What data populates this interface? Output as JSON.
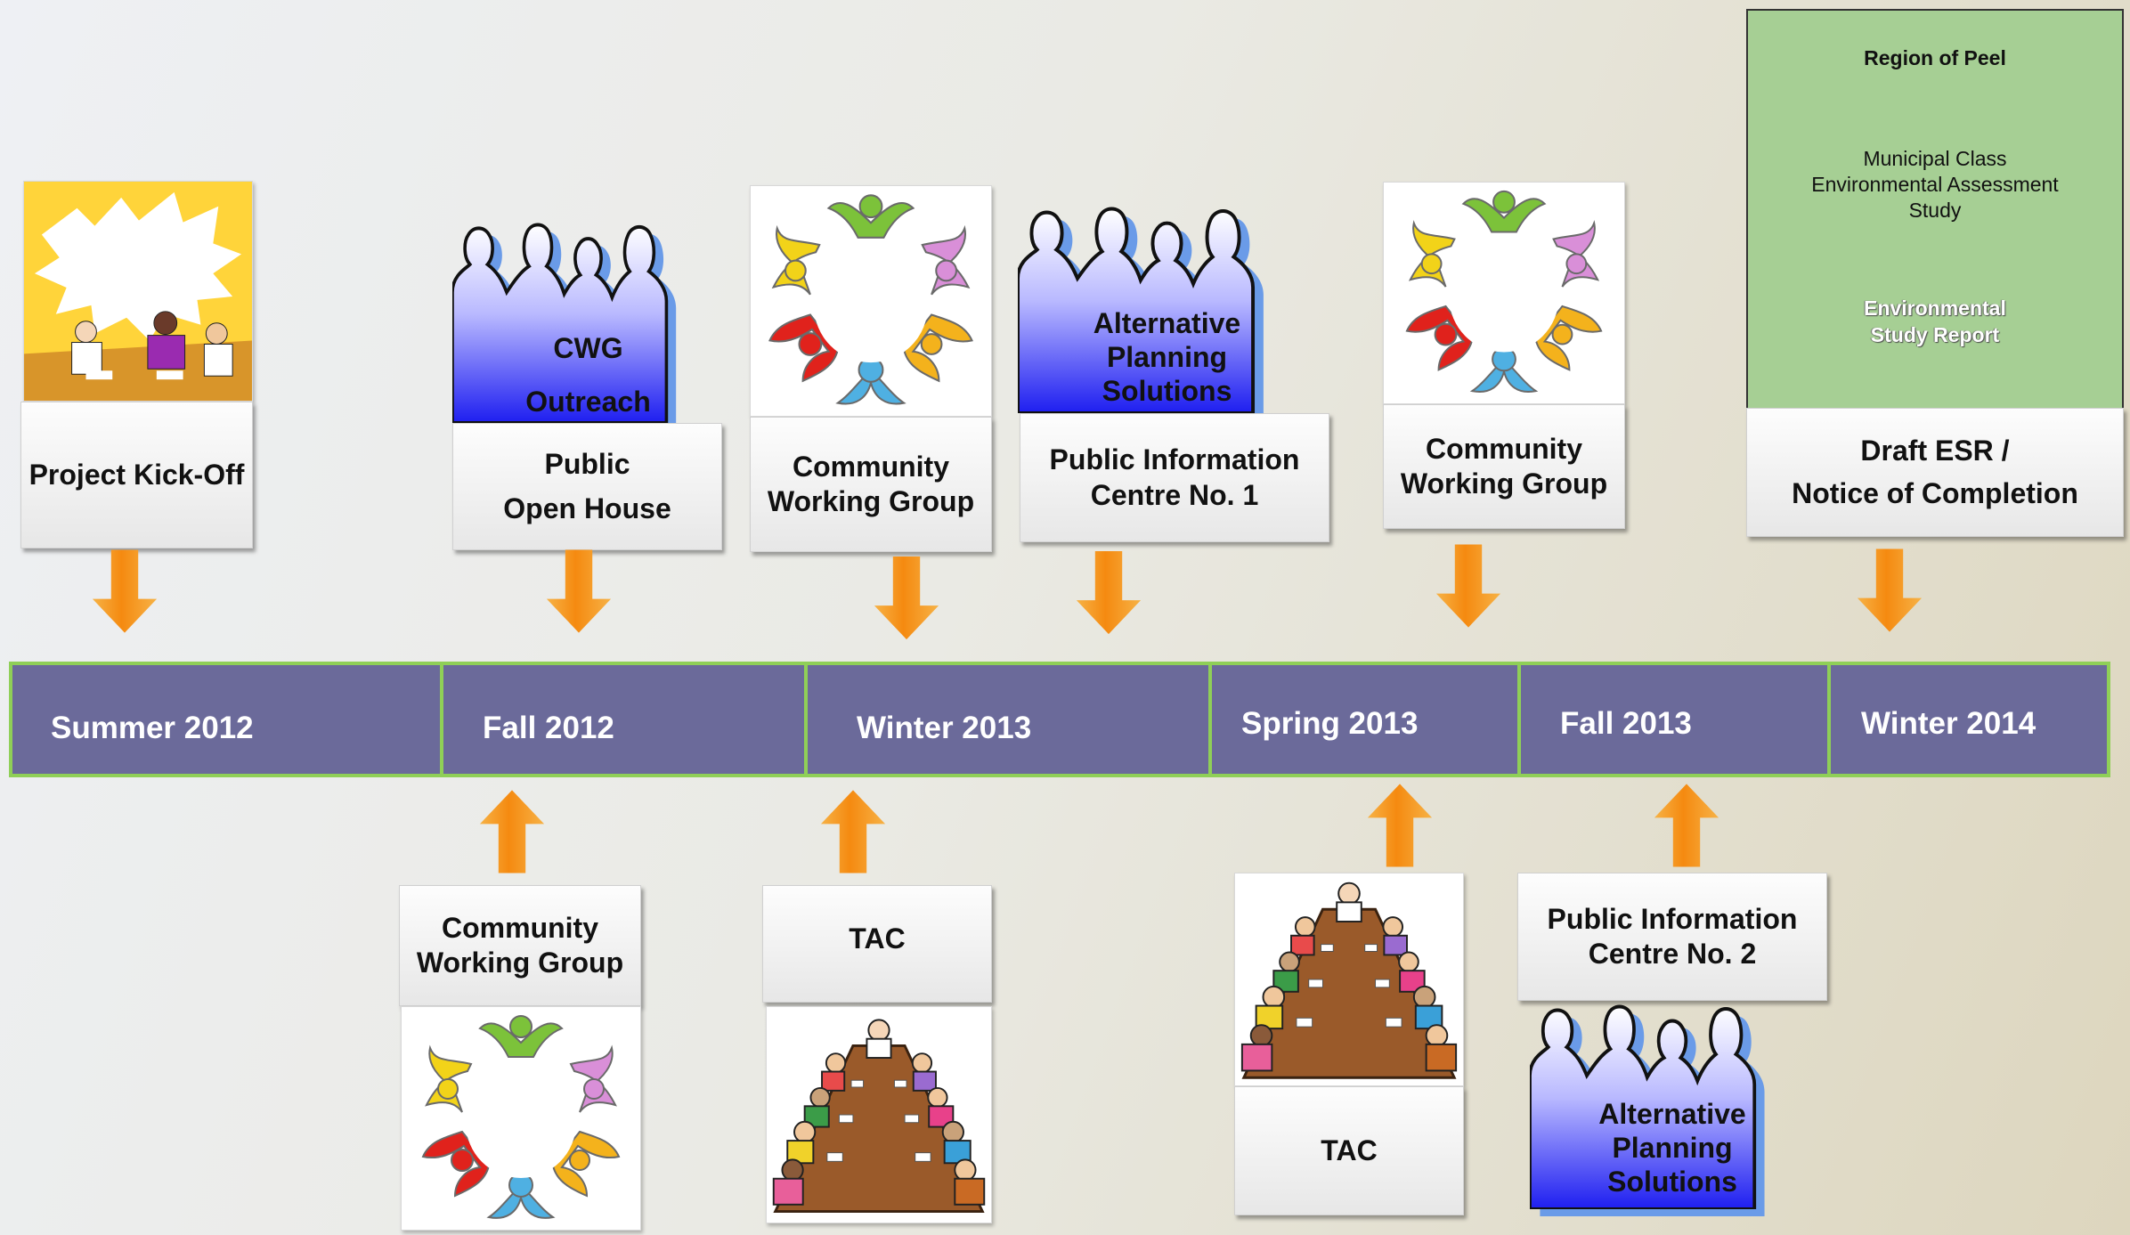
{
  "timeline": {
    "periods": [
      "Summer 2012",
      "Fall 2012",
      "Winter 2013",
      "Spring 2013",
      "Fall 2013",
      "Winter 2014"
    ]
  },
  "top_events": {
    "kickoff": "Project Kick-Off",
    "open_house": [
      "Public",
      "Open House"
    ],
    "cwg_outreach": [
      "CWG",
      "Outreach"
    ],
    "cwg_winter": [
      "Community",
      "Working Group"
    ],
    "aps_1": [
      "Alternative",
      "Planning",
      "Solutions"
    ],
    "pic_1": [
      "Public Information",
      "Centre No. 1"
    ],
    "cwg_spring": [
      "Community",
      "Working Group"
    ],
    "draft_esr": [
      "Draft ESR /",
      "Notice of Completion"
    ]
  },
  "esr_cover": {
    "org": "Region of Peel",
    "study": [
      "Municipal Class",
      "Environmental Assessment",
      "Study"
    ],
    "report": [
      "Environmental",
      "Study Report"
    ]
  },
  "bottom_events": {
    "cwg_fall2012": [
      "Community",
      "Working Group"
    ],
    "tac_winter": "TAC",
    "tac_spring": "TAC",
    "pic_2": [
      "Public Information",
      "Centre No. 2"
    ],
    "aps_2": [
      "Alternative",
      "Planning",
      "Solutions"
    ]
  },
  "colors": {
    "timeline_bg": "#6b6a9a",
    "timeline_border": "#8fcf57",
    "arrow": "#f79a1e",
    "group_gradient_top": "#ffffff",
    "group_gradient_bottom": "#2222ee",
    "esr_cover": "#a6cf94"
  }
}
